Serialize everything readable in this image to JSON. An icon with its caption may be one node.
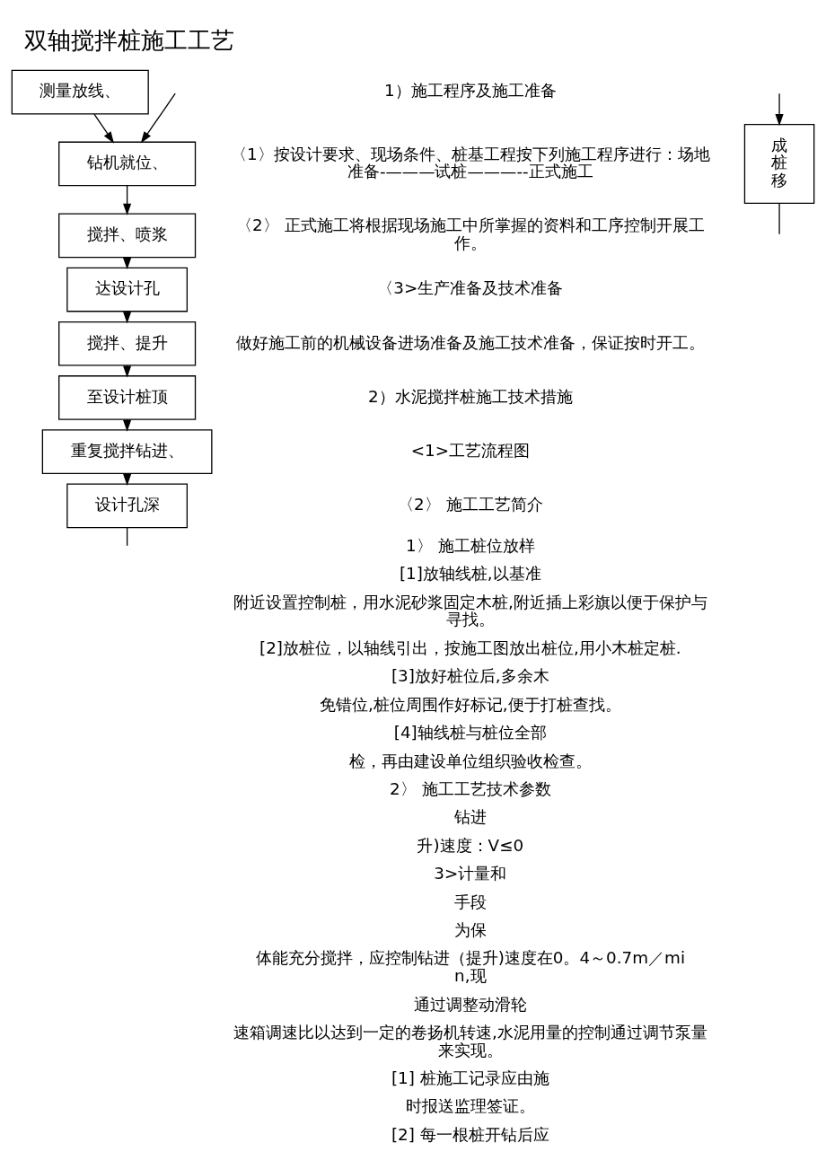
{
  "diagram": {
    "title": "双轴搅拌桩施工工艺",
    "nodes": [
      {
        "text": [
          "测量放线、"
        ]
      },
      {
        "text": [
          "钻机就位、"
        ]
      },
      {
        "text": [
          "搅拌、喷浆"
        ]
      },
      {
        "text": [
          "达设计孔"
        ]
      },
      {
        "text": [
          "搅拌、提升"
        ]
      },
      {
        "text": [
          "至设计桩顶"
        ]
      },
      {
        "text": [
          "重复搅拌钻进、"
        ]
      },
      {
        "text": [
          "设计孔深"
        ]
      },
      {
        "text": [
          "成桩移"
        ]
      }
    ],
    "edges": [
      {
        "from": 0,
        "to": 1,
        "arrow": "to"
      },
      {
        "from": 1,
        "to": 2,
        "arrow": "to"
      },
      {
        "from": 2,
        "to": 3,
        "arrow": "to"
      },
      {
        "from": 3,
        "to": 4,
        "arrow": "to"
      },
      {
        "from": 4,
        "to": 5,
        "arrow": "to"
      },
      {
        "from": 5,
        "to": 6,
        "arrow": "to"
      },
      {
        "from": 6,
        "to": 7,
        "arrow": "to"
      },
      {
        "from": 7,
        "to": null,
        "arrow": "none"
      },
      {
        "from": null,
        "to": 1,
        "arrow": "to"
      },
      {
        "from": 8,
        "to": null,
        "arrow": "none"
      },
      {
        "from": null,
        "to": 8,
        "arrow": "to"
      }
    ],
    "labels": [
      "1）施工程序及施工准备",
      "〈1〉按设计要求、现场条件、桩基工程按下列施工程序进行：场地准备-———试桩———--正式施工",
      "〈2〉 正式施工将根据现场施工中所掌握的资料和工序控制开展工作。",
      "〈3>生产准备及技术准备",
      "做好施工前的机械设备进场准备及施工技术准备，保证按时开工。",
      "2）水泥搅拌桩施工技术措施",
      "<1>工艺流程图",
      "〈2〉 施工工艺简介",
      "1〉 施工桩位放样",
      "[1]放轴线桩,以基准",
      "附近设置控制桩，用水泥砂浆固定木桩,附近插上彩旗以便于保护与寻找。",
      "[2]放桩位，以轴线引出，按施工图放出桩位,用小木桩定桩.",
      "[3]放好桩位后,多余木",
      "免错位,桩位周围作好标记,便于打桩查找。",
      "[4]轴线桩与桩位全部",
      "检，再由建设单位组织验收检查。",
      "2〉 施工工艺技术参数",
      "钻进",
      "升)速度：V≤0",
      "3>计量和",
      "手段",
      "为保",
      "体能充分搅拌，应控制钻进（提升)速度在0。4～0.7m／min,现",
      "通过调整动滑轮",
      "速箱调速比以达到一定的卷扬机转速,水泥用量的控制通过调节泵量来实现。",
      "[1] 桩施工记录应由施",
      "时报送监理签证。",
      "[2] 每一根桩开钻后应"
    ]
  }
}
